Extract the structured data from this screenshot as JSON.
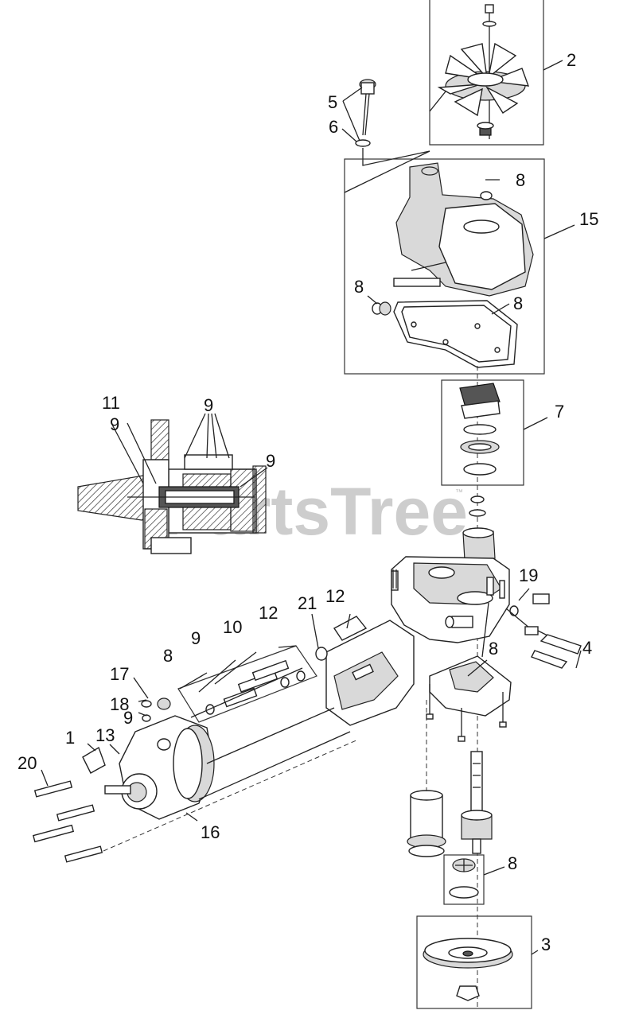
{
  "watermark": {
    "text": "PartsTree",
    "trademark": "™"
  },
  "callouts": [
    "2",
    "5",
    "6",
    "8",
    "15",
    "8",
    "8",
    "11",
    "9",
    "9",
    "9",
    "7",
    "19",
    "12",
    "12",
    "21",
    "10",
    "9",
    "8",
    "8",
    "4",
    "17",
    "18",
    "9",
    "1",
    "13",
    "20",
    "16",
    "8",
    "3"
  ],
  "colors": {
    "line": "#222222",
    "shade": "#d9d9d9",
    "watermark": "#bdbdbd"
  }
}
